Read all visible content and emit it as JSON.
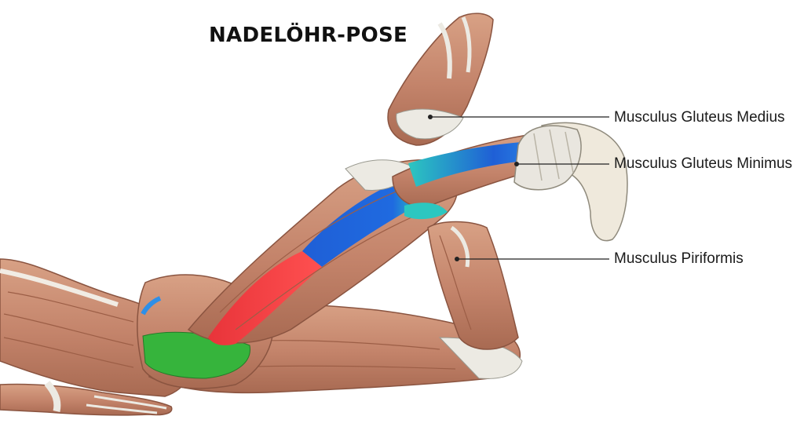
{
  "title": "NADELÖHR-POSE",
  "labels": [
    {
      "id": "gluteus-medius",
      "text": "Musculus Gluteus Medius"
    },
    {
      "id": "gluteus-minimus",
      "text": "Musculus Gluteus Minimus"
    },
    {
      "id": "piriformis",
      "text": "Musculus Piriformis"
    }
  ],
  "colors": {
    "muscle": "#c98b6e",
    "muscle_dark": "#9c5e46",
    "tendon": "#ecebe4",
    "highlight_blue": "#1f5fd6",
    "highlight_cyan": "#2cc7c0",
    "highlight_red": "#e8343a",
    "highlight_green": "#36b43c",
    "leader_line": "#222222"
  }
}
